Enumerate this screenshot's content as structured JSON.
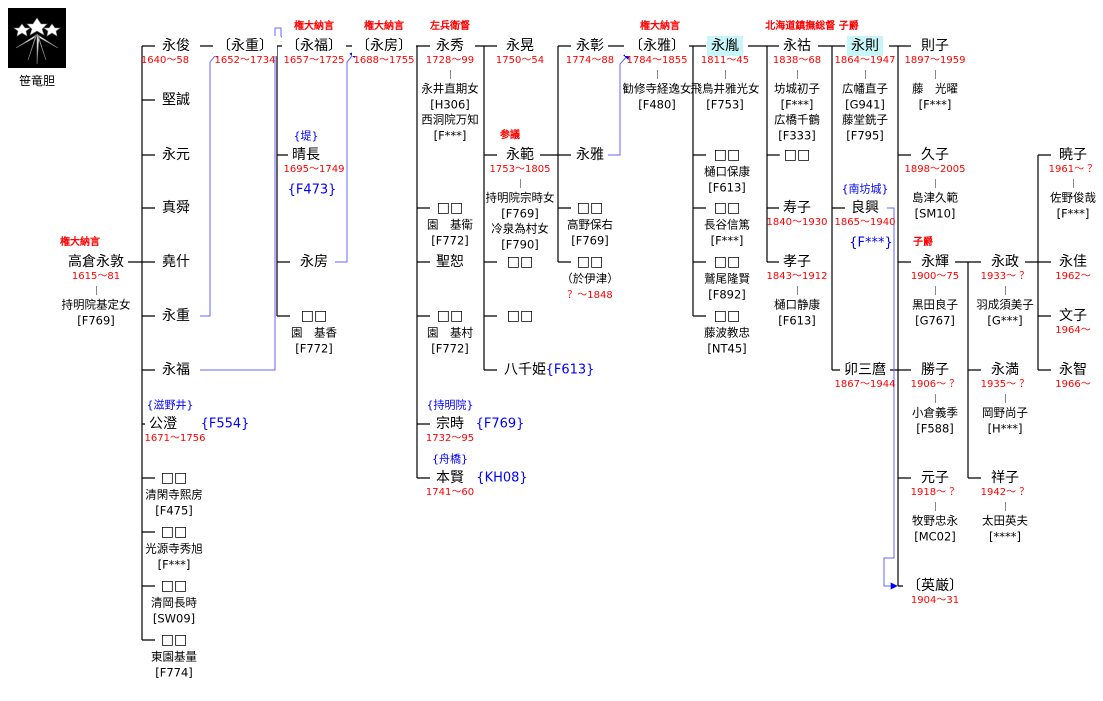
{
  "crest": {
    "label": "笹竜胆",
    "icon": "sasa-rindo-crest-icon"
  },
  "colors": {
    "years": "#ff0000",
    "family_code": "#0000ff",
    "highlight": "#c8f6f8",
    "adoption_line": "#6666ff"
  },
  "p": {
    "a": {
      "name": "高倉永敦",
      "title": "権大納言",
      "years": "1615〜81",
      "spouse": [
        "持明院基定女",
        "[F769]"
      ]
    },
    "b1": {
      "name": "永俊",
      "years": "1640〜58"
    },
    "b2": {
      "name": "堅誠"
    },
    "b3": {
      "name": "永元"
    },
    "b4": {
      "name": "真舜"
    },
    "b5": {
      "name": "堯什"
    },
    "b6": {
      "name": "永重"
    },
    "b7": {
      "name": "永福"
    },
    "b8": {
      "name": "公澄",
      "family": "{滋野井}",
      "code": "{F554}",
      "years": "1671〜1756"
    },
    "b9": {
      "name": "□□",
      "notes": [
        "清閑寺熙房",
        "[F475]"
      ]
    },
    "b10": {
      "name": "□□",
      "notes": [
        "光源寺秀旭",
        "[F***]"
      ]
    },
    "b11": {
      "name": "□□",
      "notes": [
        "清岡長時",
        "[SW09]"
      ]
    },
    "b12": {
      "name": "□□",
      "notes": [
        "東園基量",
        "[F774]"
      ]
    },
    "c0": {
      "name": "〔永重〕",
      "years": "1652〜1734"
    },
    "d0": {
      "name": "〔永福〕",
      "title": "権大納言",
      "years": "1657〜1725"
    },
    "d1": {
      "name": "晴長",
      "family": "{堤}",
      "years": "1695〜1749",
      "code_below": "{F473}"
    },
    "d2": {
      "name": "永房"
    },
    "d3": {
      "name": "□□",
      "notes": [
        "園　基香",
        "[F772]"
      ]
    },
    "e0": {
      "name": "〔永房〕",
      "title": "権大納言",
      "years": "1688〜1755"
    },
    "f0": {
      "name": "永秀",
      "title": "左兵衛督",
      "years": "1728〜99",
      "spouse": [
        "永井直期女",
        "[H306]",
        "西洞院万知",
        "[F***]"
      ]
    },
    "f1": {
      "name": "□□",
      "notes": [
        "園　基衛",
        "[F772]"
      ]
    },
    "f2": {
      "name": "聖恕"
    },
    "f3": {
      "name": "□□",
      "notes": [
        "園　基村",
        "[F772]"
      ]
    },
    "f4": {
      "name": "宗時",
      "family": "{持明院}",
      "code": "{F769}",
      "years": "1732〜95"
    },
    "f5": {
      "name": "本賢",
      "family": "{舟橋}",
      "code": "{KH08}",
      "years": "1741〜60"
    },
    "g0": {
      "name": "永晃",
      "years": "1750〜54"
    },
    "g1": {
      "name": "永範",
      "title": "参議",
      "years": "1753〜1805",
      "spouse": [
        "持明院宗時女",
        "[F769]",
        "冷泉為村女",
        "[F790]"
      ]
    },
    "g2": {
      "name": "□□"
    },
    "g3": {
      "name": "□□"
    },
    "g4": {
      "name": "八千姫",
      "code": "{F613}"
    },
    "h0": {
      "name": "永彰",
      "years": "1774〜88"
    },
    "h1": {
      "name": "永雅"
    },
    "h2": {
      "name": "□□",
      "notes": [
        "高野保右",
        "[F769]"
      ]
    },
    "h3": {
      "name": "□□",
      "notes": [
        "（於伊津）"
      ],
      "years_below": "？〜1848"
    },
    "i0": {
      "name": "〔永雅〕",
      "title": "権大納言",
      "years": "1784〜1855",
      "spouse": [
        "勧修寺経逸女",
        "[F480]"
      ]
    },
    "j0": {
      "name": "永胤",
      "highlight": true,
      "years": "1811〜45",
      "spouse": [
        "飛鳥井雅光女",
        "[F753]"
      ]
    },
    "j1": {
      "name": "□□",
      "notes": [
        "樋口保康",
        "[F613]"
      ]
    },
    "j2": {
      "name": "□□",
      "notes": [
        "長谷信篤",
        "[F***]"
      ]
    },
    "j3": {
      "name": "□□",
      "notes": [
        "鷲尾隆賢",
        "[F892]"
      ]
    },
    "j4": {
      "name": "□□",
      "notes": [
        "藤波教忠",
        "[NT45]"
      ]
    },
    "k0": {
      "name": "永祜",
      "title": "北海道鎮撫総督 子爵",
      "years": "1838〜68",
      "spouse": [
        "坊城初子",
        "[F***]",
        "広橋千鶴",
        "[F333]"
      ]
    },
    "k1": {
      "name": "□□"
    },
    "k2": {
      "name": "寿子",
      "years": "1840〜1930"
    },
    "k3": {
      "name": "孝子",
      "years": "1843〜1912",
      "spouse": [
        "樋口静康",
        "[F613]"
      ]
    },
    "l0": {
      "name": "永則",
      "highlight": true,
      "years": "1864〜1947",
      "spouse": [
        "広幡直子",
        "[G941]",
        "藤堂銑子",
        "[F795]"
      ]
    },
    "l1": {
      "name": "良興",
      "family": "{南坊城}",
      "years": "1865〜1940",
      "code_below": "{F***}"
    },
    "l2": {
      "name": "卯三麿",
      "years": "1867〜1944"
    },
    "m0": {
      "name": "則子",
      "years": "1897〜1959",
      "spouse": [
        "藤　光曜",
        "[F***]"
      ]
    },
    "m1": {
      "name": "久子",
      "years": "1898〜2005",
      "spouse": [
        "島津久範",
        "[SM10]"
      ]
    },
    "m2": {
      "name": "永輝",
      "title": "子爵",
      "years": "1900〜75",
      "spouse": [
        "黒田良子",
        "[G767]"
      ]
    },
    "m3": {
      "name": "勝子",
      "years": "1906〜 ？",
      "spouse": [
        "小倉義季",
        "[F588]"
      ]
    },
    "m4": {
      "name": "元子",
      "years": "1918〜 ？",
      "spouse": [
        "牧野忠永",
        "[MC02]"
      ]
    },
    "m5": {
      "name": "〔英厳〕",
      "years": "1904〜31"
    },
    "n0": {
      "name": "永政",
      "years": "1933〜 ？",
      "spouse": [
        "羽成須美子",
        "[G***]"
      ]
    },
    "n1": {
      "name": "永満",
      "years": "1935〜 ？",
      "spouse": [
        "岡野尚子",
        "[H***]"
      ]
    },
    "n2": {
      "name": "祥子",
      "years": "1942〜 ？",
      "spouse": [
        "太田英夫",
        "[****]"
      ]
    },
    "o0": {
      "name": "暁子",
      "years": "1961〜 ？",
      "spouse": [
        "佐野俊哉",
        "[F***]"
      ]
    },
    "o1": {
      "name": "永佳",
      "years": "1962〜"
    },
    "o2": {
      "name": "文子",
      "years": "1964〜"
    },
    "o3": {
      "name": "永智",
      "years": "1966〜"
    }
  }
}
